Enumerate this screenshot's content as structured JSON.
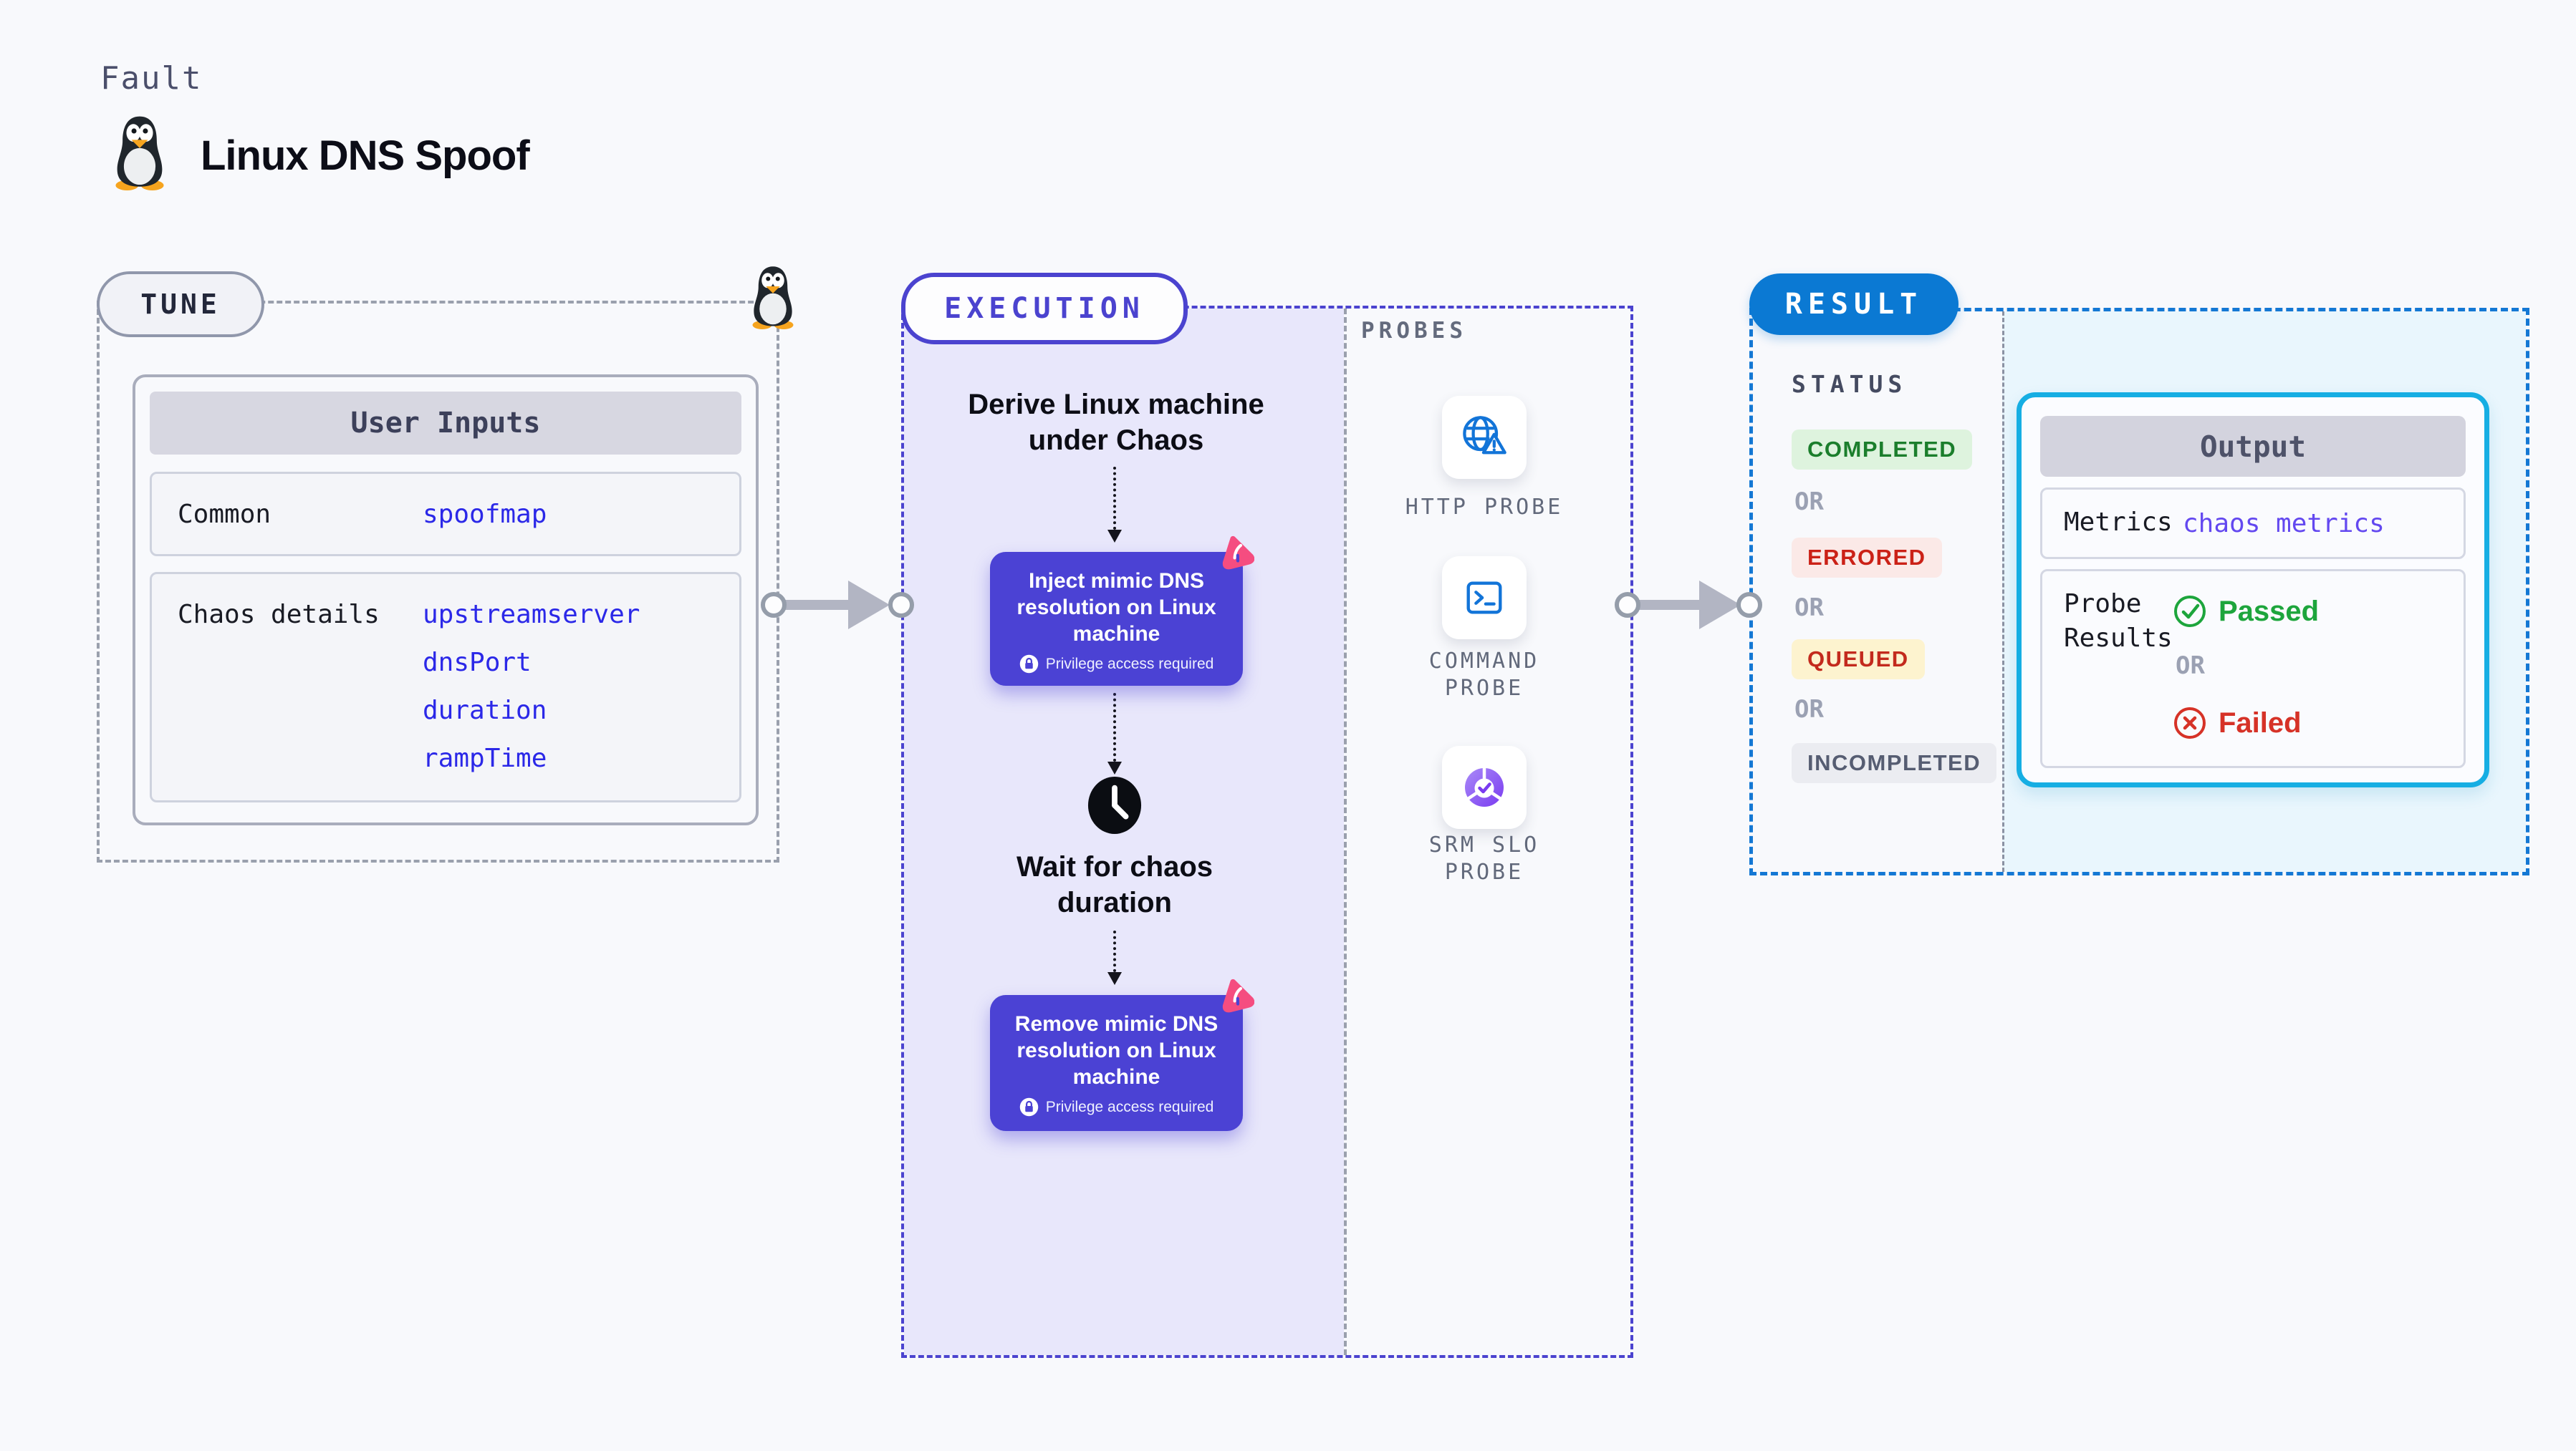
{
  "header": {
    "kicker": "Fault",
    "title": "Linux DNS Spoof"
  },
  "tune": {
    "badge": "TUNE",
    "user_inputs": {
      "title": "User Inputs",
      "rows": [
        {
          "label": "Common",
          "values": [
            "spoofmap"
          ]
        },
        {
          "label": "Chaos details",
          "values": [
            "upstreamserver",
            "dnsPort",
            "duration",
            "rampTime"
          ]
        }
      ]
    }
  },
  "execution": {
    "badge": "EXECUTION",
    "derive_label": "Derive Linux machine under Chaos",
    "inject_node": {
      "title": "Inject mimic DNS resolution on Linux machine",
      "privilege_note": "Privilege access required"
    },
    "wait_label": "Wait for chaos duration",
    "remove_node": {
      "title": "Remove mimic DNS resolution on Linux machine",
      "privilege_note": "Privilege access required"
    }
  },
  "probes": {
    "title": "PROBES",
    "items": [
      {
        "label": "HTTP PROBE",
        "icon": "globe-warning-icon"
      },
      {
        "label": "COMMAND PROBE",
        "icon": "terminal-icon"
      },
      {
        "label": "SRM SLO PROBE",
        "icon": "slo-pie-check-icon"
      }
    ]
  },
  "result": {
    "badge": "RESULT",
    "status": {
      "title": "STATUS",
      "separator": "OR",
      "badges": [
        {
          "label": "COMPLETED",
          "fg": "#1b7e2c",
          "bg": "#def3de"
        },
        {
          "label": "ERRORED",
          "fg": "#cb2117",
          "bg": "#fbe9e7"
        },
        {
          "label": "QUEUED",
          "fg": "#c32a1d",
          "bg": "#fdf3cf"
        },
        {
          "label": "INCOMPLETED",
          "fg": "#565d72",
          "bg": "#ebecf1"
        }
      ]
    },
    "output": {
      "title": "Output",
      "metrics": {
        "label": "Metrics",
        "value": "chaos metrics"
      },
      "probe_results": {
        "label": "Probe Results",
        "passed": "Passed",
        "or": "OR",
        "failed": "Failed"
      }
    }
  },
  "colors": {
    "page_bg": "#f8f9fc",
    "execution_accent": "#4b43cf",
    "execution_panel": "#e8e7fb",
    "node_fill": "#4b42d4",
    "result_accent": "#1478d4",
    "result_pill": "#0b79d3",
    "result_panel": "#e9f6fd",
    "output_border": "#16aee3",
    "link_blue": "#2b28e8",
    "metrics_link_purple": "#6348f0",
    "passed_green": "#1da53c",
    "failed_red": "#d63227",
    "litmus_pink": "#f54d80",
    "probe_icon_blue": "#1274d8",
    "arrow_gray": "#b2b5c3"
  }
}
